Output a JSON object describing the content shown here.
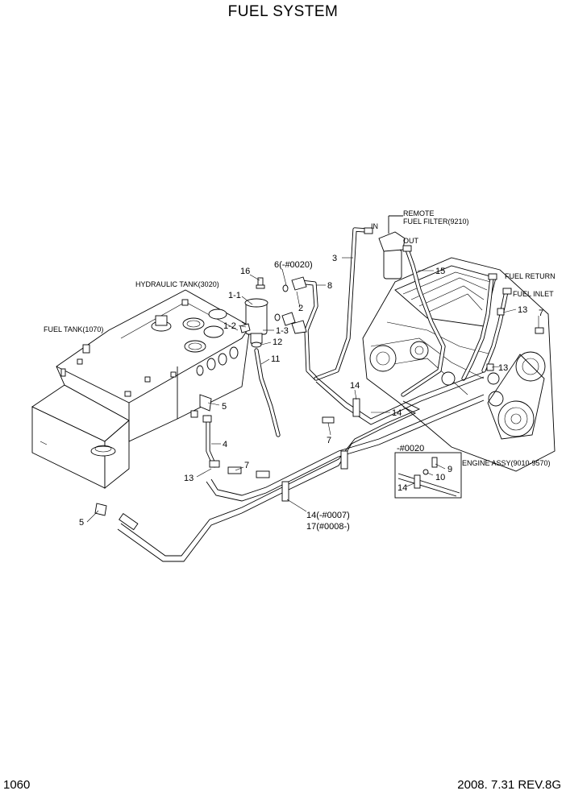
{
  "header": {
    "title": "FUEL SYSTEM"
  },
  "footer": {
    "page_number": "1060",
    "date_rev": "2008. 7.31  REV.8G"
  },
  "components": {
    "hydraulic_tank": "HYDRAULIC TANK(3020)",
    "fuel_tank": "FUEL TANK(1070)",
    "remote_filter_line1": "REMOTE",
    "remote_filter_line2": "FUEL FILTER(9210)",
    "filter_in": "IN",
    "filter_out": "OUT",
    "fuel_return": "FUEL RETURN",
    "fuel_inlet": "FUEL INLET",
    "engine_assy": "ENGINE ASSY(9010-9570)",
    "detail_serial": "-#0020"
  },
  "part_labels": {
    "p16": "16",
    "p6": "6(-#0020)",
    "p1_1": "1-1",
    "p1_2": "1-2",
    "p1_3": "1-3",
    "p2": "2",
    "p8": "8",
    "p3": "3",
    "p12": "12",
    "p11": "11",
    "p15": "15",
    "p13_top": "13",
    "p7_right": "7",
    "p13_mid": "13",
    "p14_center": "14",
    "p14_right": "14",
    "p7_center": "7",
    "p5_upper": "5",
    "p4": "4",
    "p13_left": "13",
    "p7_left": "7",
    "p5_lower": "5",
    "p14_bottom": "14(-#0007)",
    "p17_bottom": "17(#0008-)",
    "p9_detail": "9",
    "p10_detail": "10",
    "p14_detail": "14"
  }
}
